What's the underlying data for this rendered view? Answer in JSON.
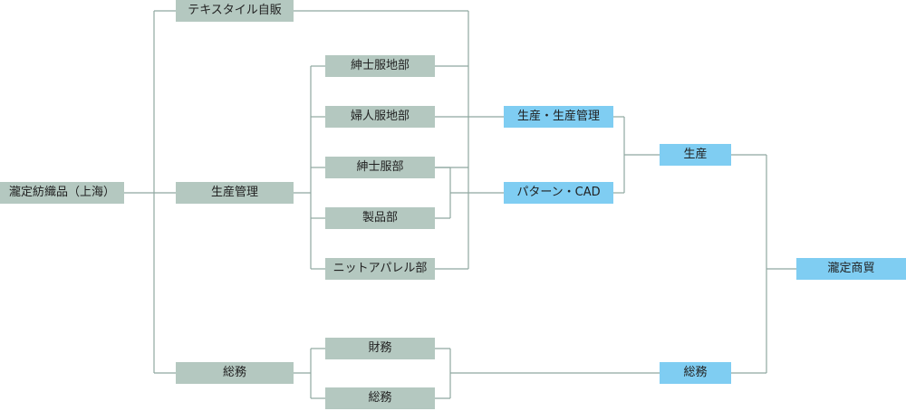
{
  "colors": {
    "gray_box": "#b4c8c0",
    "blue_box": "#7fcdf2",
    "line": "#8fa8a1"
  },
  "org": {
    "root": "瀧定紡織品（上海）",
    "textile_retail": "テキスタイル自販",
    "production_management": "生産管理",
    "mens_fabric": "紳士服地部",
    "womens_fabric": "婦人服地部",
    "mens_wear": "紳士服部",
    "products": "製品部",
    "knit_apparel": "ニットアパレル部",
    "general_affairs": "総務",
    "finance": "財務",
    "general_affairs_sub": "総務"
  },
  "partners": {
    "production_mgmt": "生産・生産管理",
    "pattern_cad": "パターン・CAD",
    "production": "生産",
    "general_affairs": "総務",
    "company": "瀧定商貿"
  }
}
